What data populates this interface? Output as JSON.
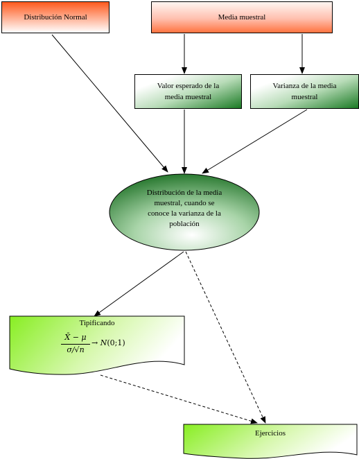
{
  "nodes": {
    "normal": "Distribución Normal",
    "media": "Media muestral",
    "valor_line1": "Valor esperado de la",
    "valor_line2": "media muestral",
    "varianza_line1": "Varianza de la media",
    "varianza_line2": "muestral",
    "ellipse_line1": "Distribución de la media",
    "ellipse_line2": "muestral, cuando se",
    "ellipse_line3": "conoce la varianza de la",
    "ellipse_line4": "población",
    "tipificando": "Tipificando",
    "ejercicios": "Ejercicios"
  },
  "formula": {
    "numerator": "X̄ − μ",
    "denominator": "σ/√n",
    "arrow": "→",
    "distribution": "N",
    "params": "(0;1)"
  },
  "colors": {
    "orange": "#ff5a1e",
    "dark_green": "#1a7a24",
    "light_green": "#88ee22"
  }
}
